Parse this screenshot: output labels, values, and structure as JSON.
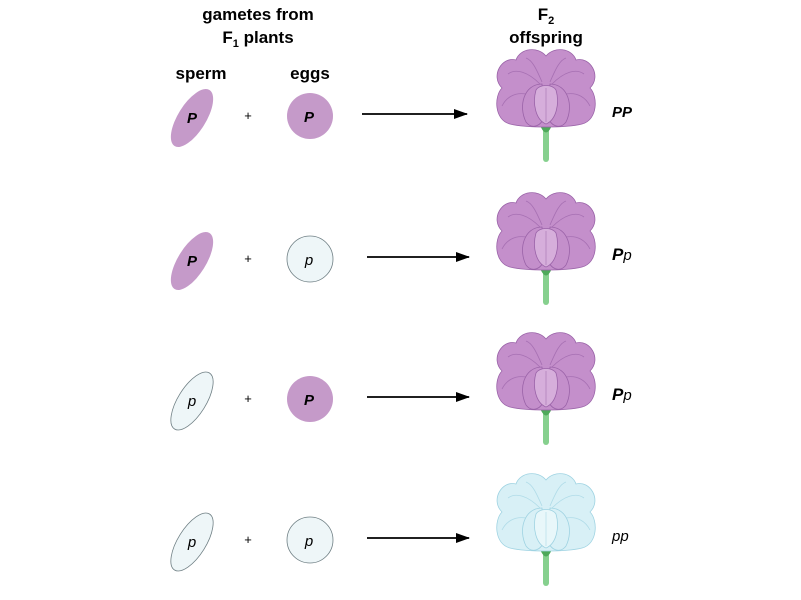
{
  "headers": {
    "gametes_line1": "gametes from",
    "gametes_line2_prefix": "F",
    "gametes_line2_sub": "1",
    "gametes_line2_suffix": " plants",
    "offspring_line1_prefix": "F",
    "offspring_line1_sub": "2",
    "offspring_line2": "offspring",
    "sperm": "sperm",
    "eggs": "eggs"
  },
  "colors": {
    "purple": "#c59ac9",
    "white_gamete": "#eef6f8",
    "purple_petal": "#c48fcb",
    "purple_petal_dark": "#9a63a8",
    "white_petal": "#d8f0f6",
    "white_petal_dark": "#9fd3e2",
    "stem": "#86d08e",
    "sepal": "#4ea95a"
  },
  "rows": [
    {
      "sperm": "P",
      "egg": "P",
      "plus": "+",
      "genotype_first": "P",
      "genotype_second": "P",
      "flower": "purple"
    },
    {
      "sperm": "P",
      "egg": "p",
      "plus": "+",
      "genotype_first": "P",
      "genotype_second": "p",
      "flower": "purple"
    },
    {
      "sperm": "p",
      "egg": "P",
      "plus": "+",
      "genotype_first": "P",
      "genotype_second": "p",
      "flower": "purple"
    },
    {
      "sperm": "p",
      "egg": "p",
      "plus": "+",
      "genotype_first": "p",
      "genotype_second": "p",
      "flower": "white"
    }
  ]
}
